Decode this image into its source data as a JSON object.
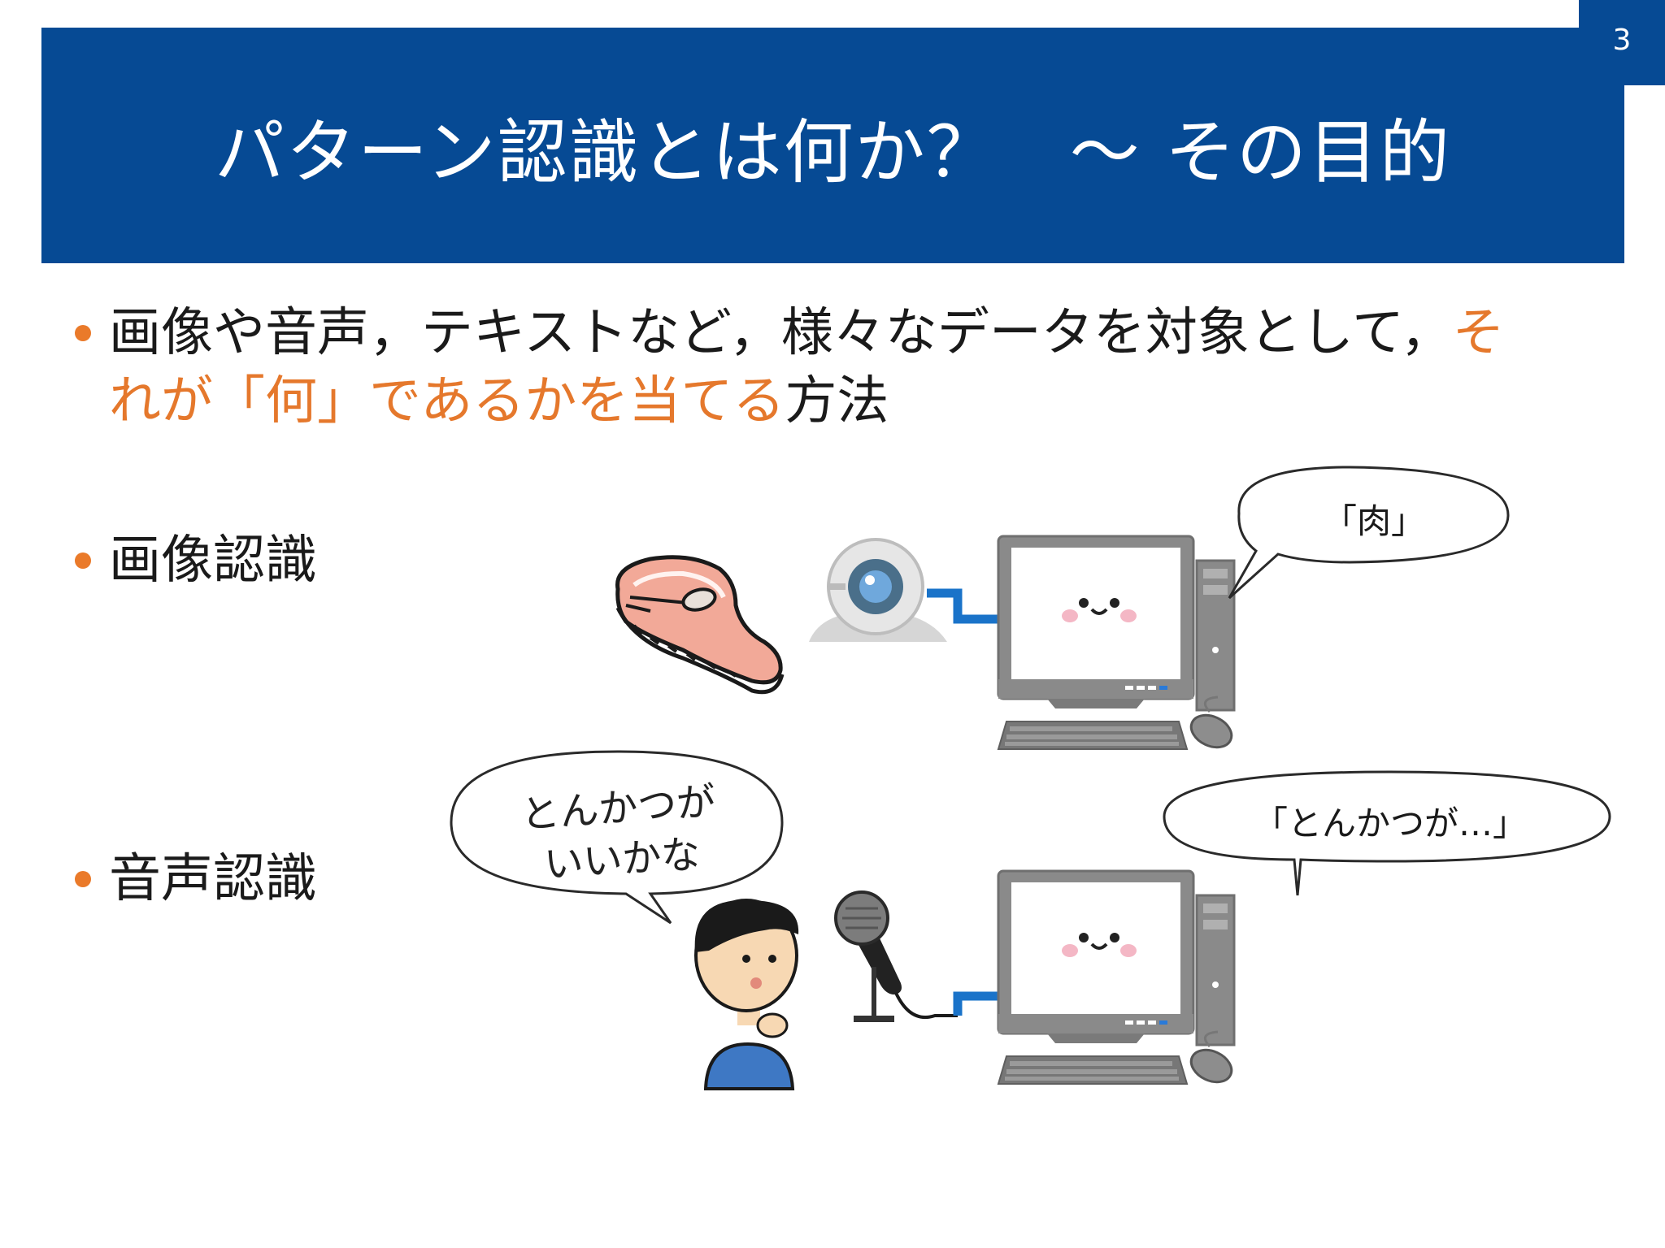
{
  "page": {
    "number": "3"
  },
  "title": "パターン認識とは何か？　～ その目的",
  "bullets": {
    "b1_part1": "画像や音声，テキストなど，様々なデータを対象として，",
    "b1_part2": "それが「何」であるかを当てる",
    "b1_part3": "方法",
    "b2": "画像認識",
    "b3": "音声認識"
  },
  "bubbles": {
    "image_result": "「肉」",
    "speech_result": "「とんかつが…」",
    "person_line1": "とんかつが",
    "person_line2": "いいかな"
  },
  "icons": [
    "meat-icon",
    "webcam-icon",
    "computer-icon",
    "person-icon",
    "microphone-icon"
  ],
  "colors": {
    "header": "#064a94",
    "accent": "#e5782c",
    "cable": "#1a73c9"
  }
}
